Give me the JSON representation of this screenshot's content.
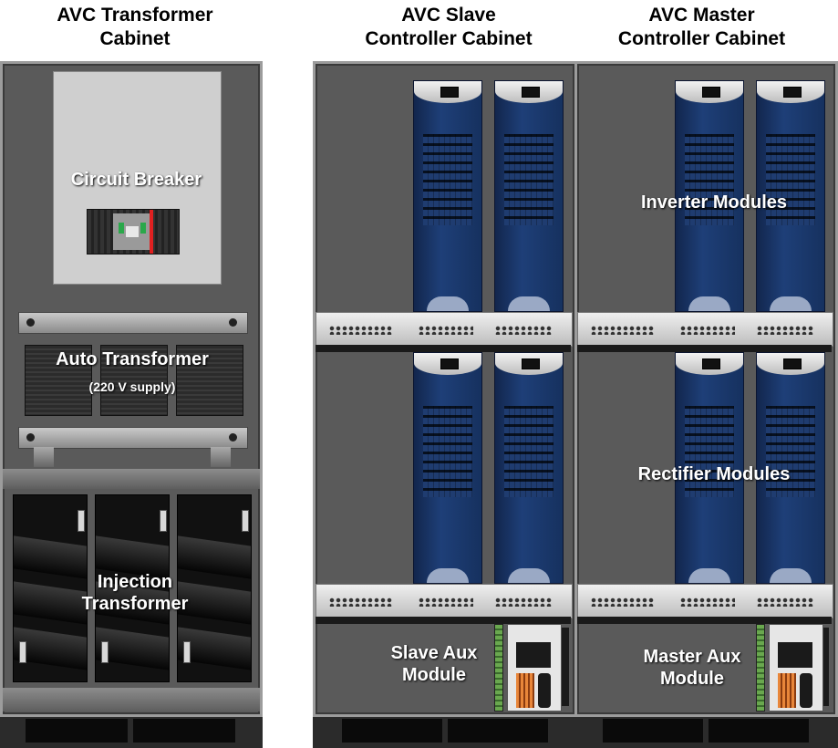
{
  "headers": {
    "transformer": [
      "AVC Transformer",
      "Cabinet"
    ],
    "slave": [
      "AVC Slave",
      "Controller Cabinet"
    ],
    "master": [
      "AVC Master",
      "Controller Cabinet"
    ]
  },
  "labels": {
    "circuit_breaker": "Circuit Breaker",
    "auto_transformer": "Auto Transformer",
    "auto_transformer_sub": "(220 V supply)",
    "injection_transformer": [
      "Injection",
      "Transformer"
    ],
    "inverter_modules": "Inverter Modules",
    "rectifier_modules": "Rectifier Modules",
    "slave_aux": [
      "Slave Aux",
      "Module"
    ],
    "master_aux": [
      "Master Aux",
      "Module"
    ]
  },
  "colors": {
    "cabinet": "#5a5a5a",
    "module_blue": "#1e3f78",
    "breaker_red": "#e02020",
    "breaker_green": "#2aa84a"
  }
}
